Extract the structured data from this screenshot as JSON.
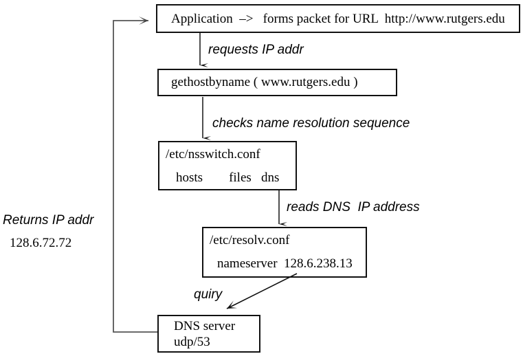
{
  "diagram": {
    "title": "DNS name resolution flow",
    "colors": {
      "stroke": "#111111",
      "background": "#ffffff",
      "text": "#000000"
    },
    "nodes": {
      "application": {
        "text": "Application  –>   forms packet for URL  http://www.rutgers.edu"
      },
      "gethostbyname": {
        "text": "gethostbyname ( www.rutgers.edu )"
      },
      "nsswitch": {
        "line1": "/etc/nsswitch.conf",
        "line2": "hosts        files   dns"
      },
      "resolv": {
        "line1": "/etc/resolv.conf",
        "line2": "nameserver  128.6.238.13"
      },
      "dns_server": {
        "line1": "DNS server",
        "line2": "udp/53"
      }
    },
    "edge_labels": {
      "requests": "requests IP addr",
      "checks": "checks name resolution sequence",
      "reads": "reads DNS  IP address",
      "quiry": "quiry",
      "returns": "Returns IP addr",
      "returns_ip": "128.6.72.72"
    }
  }
}
